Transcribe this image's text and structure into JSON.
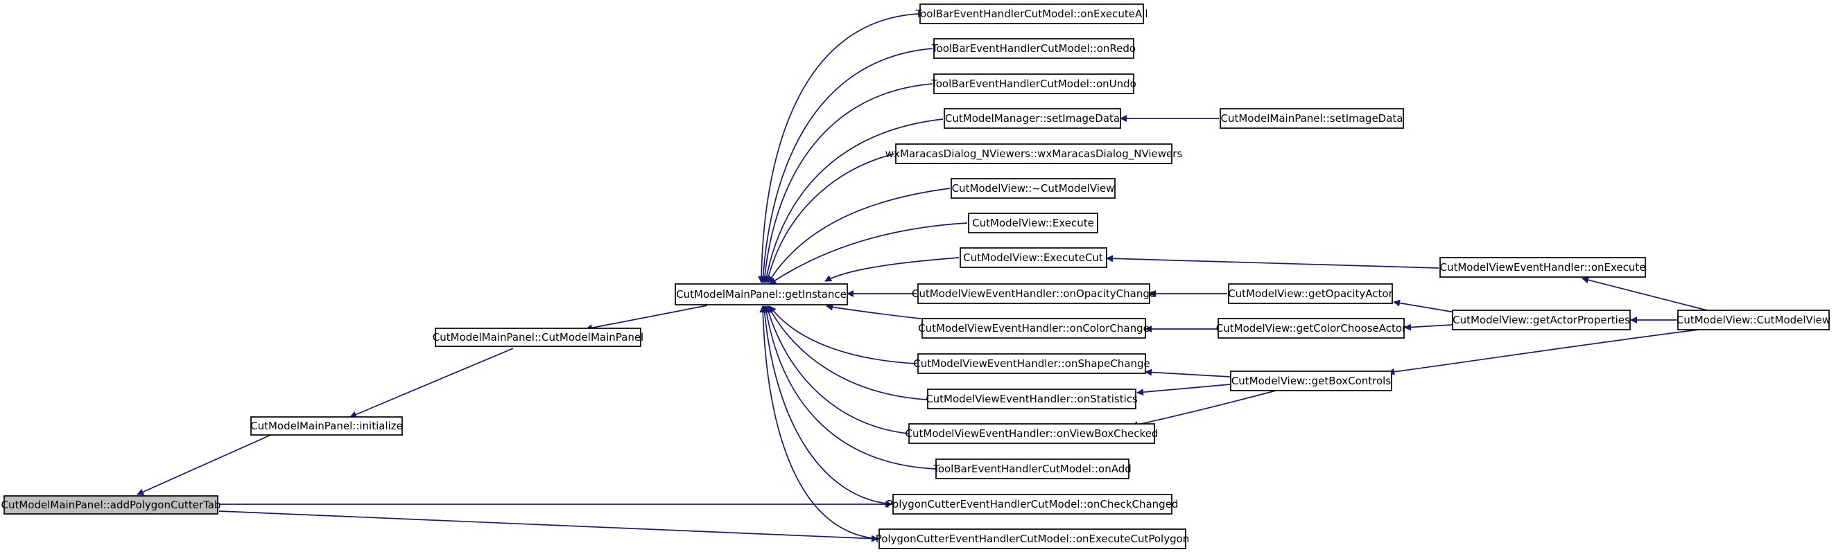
{
  "colors": {
    "edge": "#191970",
    "root_fill": "#bfbfbf",
    "node_fill": "#ffffff",
    "node_stroke": "#000000"
  },
  "nodes": {
    "addPolygonCutterTab": "CutModelMainPanel::addPolygonCutterTab",
    "initialize": "CutModelMainPanel::initialize",
    "ctor": "CutModelMainPanel::CutModelMainPanel",
    "getInstance": "CutModelMainPanel::getInstance",
    "tbExecuteAll": "ToolBarEventHandlerCutModel::onExecuteAll",
    "tbRedo": "ToolBarEventHandlerCutModel::onRedo",
    "tbUndo": "ToolBarEventHandlerCutModel::onUndo",
    "mgrSetImageData": "CutModelManager::setImageData",
    "panelSetImageData": "CutModelMainPanel::setImageData",
    "wxMaracas": "wxMaracasDialog_NViewers::wxMaracasDialog_NViewers",
    "viewDtor": "CutModelView::~CutModelView",
    "viewExecute": "CutModelView::Execute",
    "viewExecuteCut": "CutModelView::ExecuteCut",
    "vehOnExecute": "CutModelViewEventHandler::onExecute",
    "vehOpacity": "CutModelViewEventHandler::onOpacityChange",
    "getOpacityActor": "CutModelView::getOpacityActor",
    "vehColor": "CutModelViewEventHandler::onColorChange",
    "getColorChooseActor": "CutModelView::getColorChooseActor",
    "getActorProperties": "CutModelView::getActorProperties",
    "viewCtor": "CutModelView::CutModelView",
    "vehShape": "CutModelViewEventHandler::onShapeChange",
    "vehStatistics": "CutModelViewEventHandler::onStatistics",
    "getBoxControls": "CutModelView::getBoxControls",
    "vehViewBox": "CutModelViewEventHandler::onViewBoxChecked",
    "tbAdd": "ToolBarEventHandlerCutModel::onAdd",
    "pcCheck": "PolygonCutterEventHandlerCutModel::onCheckChanged",
    "pcExecute": "PolygonCutterEventHandlerCutModel::onExecuteCutPolygon"
  }
}
